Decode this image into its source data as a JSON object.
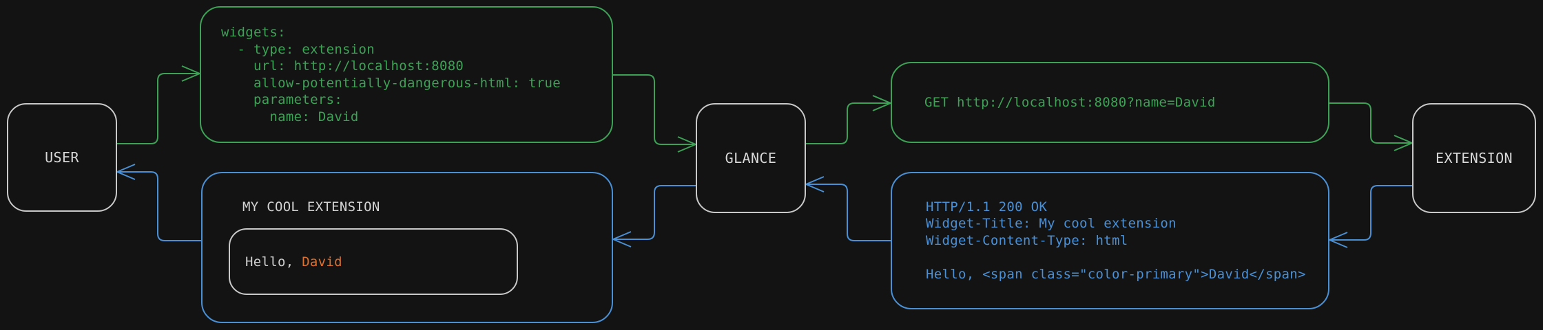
{
  "diagram": {
    "description": "Request/response flow between a user, Glance dashboard and an extension widget",
    "colors": {
      "background": "#131313",
      "request_green": "#3da156",
      "response_blue": "#4a90d6",
      "accent_orange": "#e0702d",
      "node_border": "#c9c9c9",
      "text_light": "#d4d4d4"
    },
    "nodes": {
      "user": {
        "label": "USER"
      },
      "glance": {
        "label": "GLANCE"
      },
      "extension": {
        "label": "EXTENSION"
      }
    },
    "messages": {
      "config_yaml": {
        "code": "widgets:\n  - type: extension\n    url: http://localhost:8080\n    allow-potentially-dangerous-html: true\n    parameters:\n      name: David"
      },
      "get_request": {
        "code": "GET http://localhost:8080?name=David"
      },
      "http_response": {
        "code": "HTTP/1.1 200 OK\nWidget-Title: My cool extension\nWidget-Content-Type: html\n\nHello, <span class=\"color-primary\">David</span>"
      },
      "rendered_widget": {
        "title": "MY COOL EXTENSION",
        "greeting_prefix": "Hello, ",
        "greeting_name": "David"
      }
    },
    "arrows": [
      {
        "name": "user-to-config",
        "color": "green"
      },
      {
        "name": "config-to-glance",
        "color": "green"
      },
      {
        "name": "glance-to-get-request",
        "color": "green"
      },
      {
        "name": "get-request-to-extension",
        "color": "green"
      },
      {
        "name": "extension-to-http-response",
        "color": "blue"
      },
      {
        "name": "http-response-to-glance",
        "color": "blue"
      },
      {
        "name": "glance-to-rendered-widget",
        "color": "blue"
      },
      {
        "name": "rendered-widget-to-user",
        "color": "blue"
      }
    ]
  }
}
